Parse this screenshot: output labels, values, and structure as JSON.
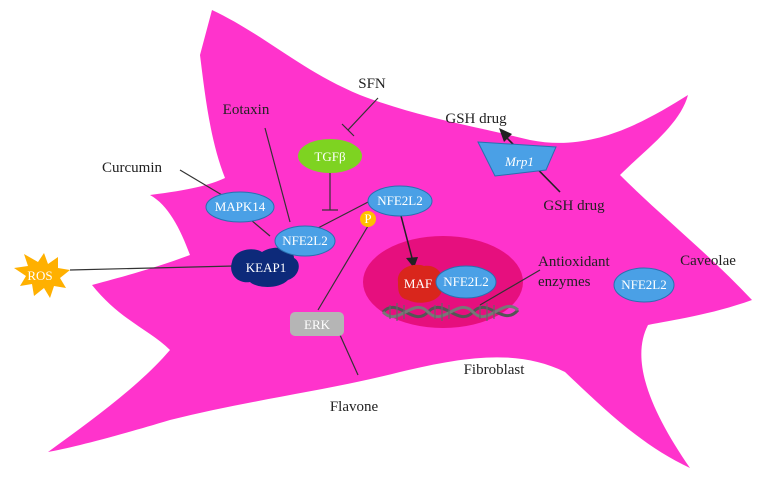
{
  "colors": {
    "cell": "#ff33cc",
    "nucleus": "#e60f7e",
    "nfe2l2": "#4aa0e6",
    "keap1": "#0d2a7a",
    "tgfb": "#7ed321",
    "ros": "#ffb000",
    "maf": "#d9261c",
    "erk": "#b5b5b5",
    "phospho": "#ffc000"
  },
  "labels": {
    "sfn": "SFN",
    "eotaxin": "Eotaxin",
    "curcumin": "Curcumin",
    "gsh_drug_top": "GSH drug",
    "gsh_drug_bottom": "GSH drug",
    "caveolae": "Caveolae",
    "antioxidant_line1": "Antioxidant",
    "antioxidant_line2": "enzymes",
    "fibroblast": "Fibroblast",
    "flavone": "Flavone"
  },
  "molecules": {
    "tgfb": "TGFβ",
    "mrp1": "Mrp1",
    "mapk14": "MAPK14",
    "nfe2l2_left": "NFE2L2",
    "nfe2l2_top": "NFE2L2",
    "nfe2l2_nucleus": "NFE2L2",
    "nfe2l2_right": "NFE2L2",
    "keap1": "KEAP1",
    "ros": "ROS",
    "p": "P",
    "maf": "MAF",
    "erk": "ERK"
  }
}
